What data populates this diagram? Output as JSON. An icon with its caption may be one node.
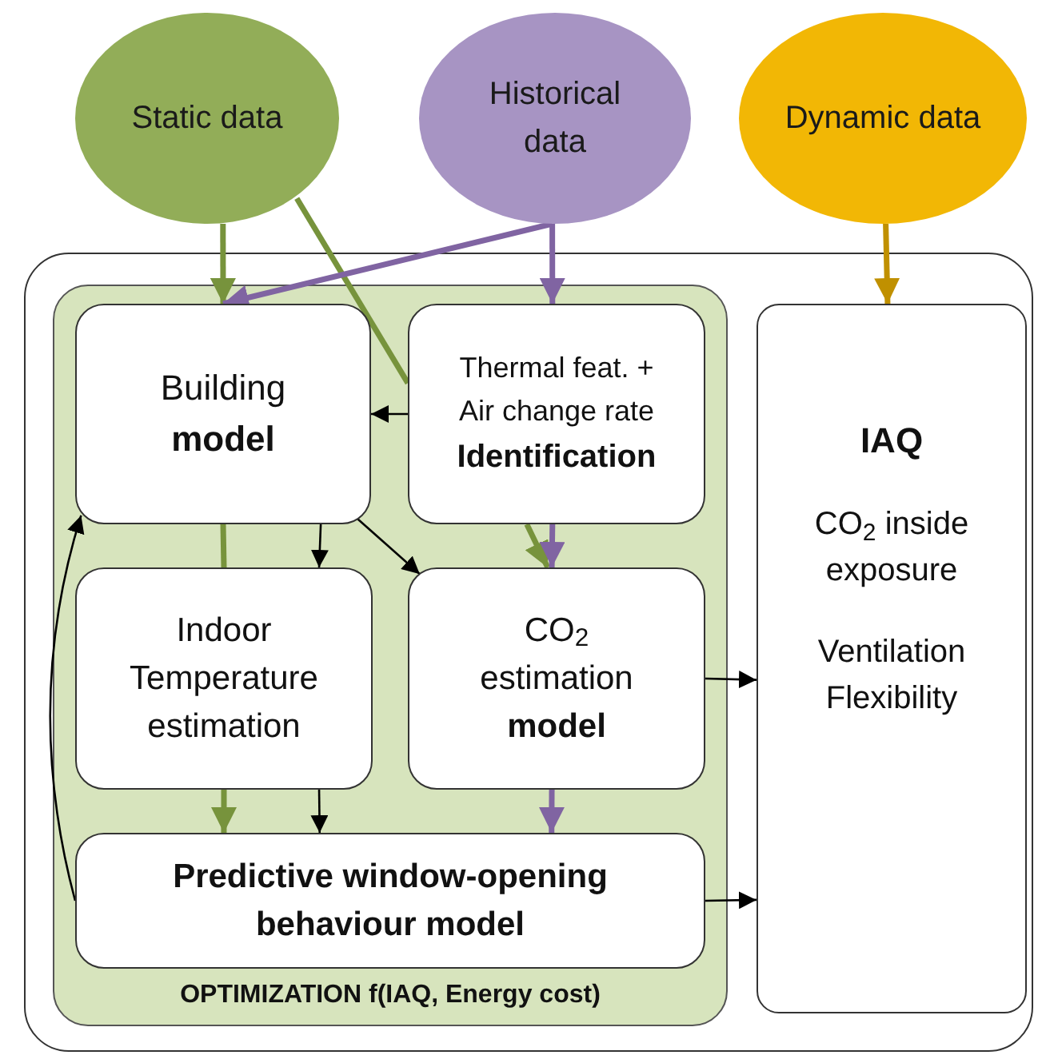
{
  "diagram": {
    "nodes": [
      {
        "text": [
          "Static data"
        ]
      },
      {
        "text": [
          "Historical data"
        ]
      },
      {
        "text": [
          "Dynamic data"
        ]
      },
      {
        "text": [],
        "shape": "box"
      },
      {
        "text": [
          "OPTIMIZATION f(IAQ, Energy cost)"
        ],
        "in": 3
      },
      {
        "text": [
          "Building **model**"
        ],
        "in": 4
      },
      {
        "text": [
          "Thermal feat. + Air change rate",
          "Identification"
        ],
        "in": 4
      },
      {
        "text": [
          "Indoor Temperature estimation"
        ],
        "in": 4
      },
      {
        "text": [
          "CO$_{2}$ estimation **model**"
        ],
        "in": 4
      },
      {
        "text": [
          "Predictive window-opening behaviour model"
        ],
        "in": 4
      },
      {
        "text": [
          "IAQ",
          "CO$_{2}$ inside exposure",
          "Ventilation Flexibility"
        ],
        "in": 3
      }
    ],
    "edges": [
      {
        "from": 0,
        "to": 5,
        "arrow": "to",
        "color": "#77933c"
      },
      {
        "from": 0,
        "to": 6,
        "arrow": "none",
        "color": "#77933c"
      },
      {
        "from": 6,
        "to": 8,
        "arrow": "to",
        "color": "#77933c"
      },
      {
        "from": 5,
        "to": 7,
        "arrow": "none",
        "color": "#77933c"
      },
      {
        "from": 7,
        "to": 9,
        "arrow": "to",
        "color": "#77933c"
      },
      {
        "from": 1,
        "to": 5,
        "arrow": "to",
        "color": "#8064a2"
      },
      {
        "from": 1,
        "to": 6,
        "arrow": "to",
        "color": "#8064a2"
      },
      {
        "from": 6,
        "to": 8,
        "arrow": "to",
        "color": "#8064a2"
      },
      {
        "from": 8,
        "to": 9,
        "arrow": "to",
        "color": "#8064a2"
      },
      {
        "from": 2,
        "to": 10,
        "arrow": "to",
        "color": "#c09000"
      },
      {
        "from": 6,
        "to": 5,
        "arrow": "to"
      },
      {
        "from": 5,
        "to": 7,
        "arrow": "to"
      },
      {
        "from": 5,
        "to": 8,
        "arrow": "to"
      },
      {
        "from": 7,
        "to": 9,
        "arrow": "to"
      },
      {
        "from": 9,
        "to": 5,
        "arrow": "to"
      },
      {
        "from": 8,
        "to": 10,
        "arrow": "to"
      },
      {
        "from": 9,
        "to": 10,
        "arrow": "to"
      }
    ]
  }
}
